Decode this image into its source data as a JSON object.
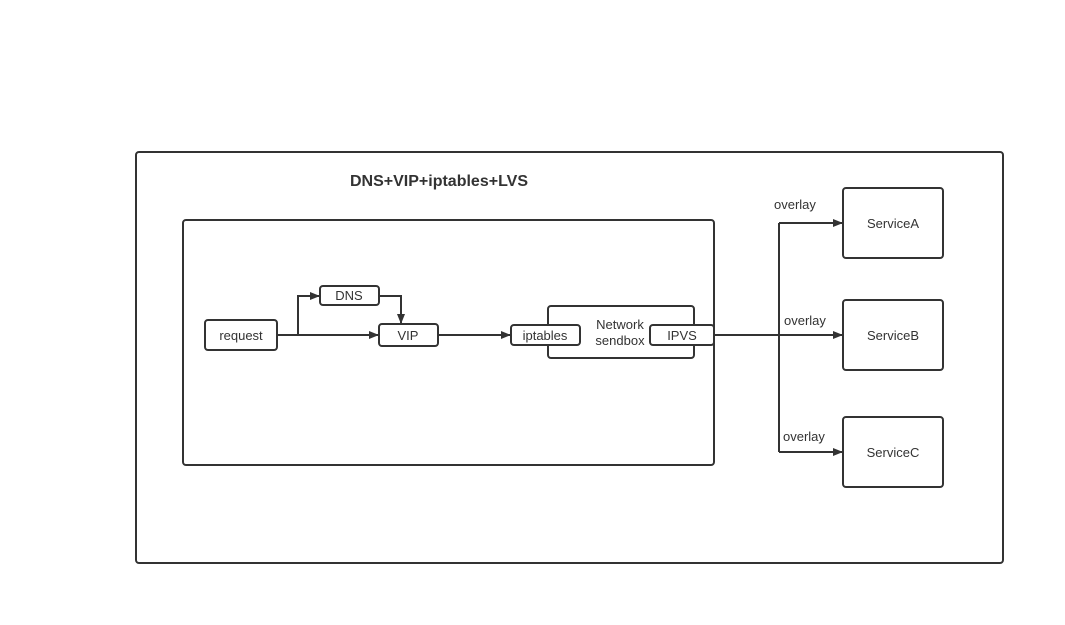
{
  "diagram": {
    "title": "DNS+VIP+iptables+LVS",
    "nodes": {
      "request": "request",
      "dns": "DNS",
      "vip": "VIP",
      "iptables": "iptables",
      "network_sandbox_line1": "Network",
      "network_sandbox_line2": "sendbox",
      "ipvs": "IPVS",
      "service_a": "ServiceA",
      "service_b": "ServiceB",
      "service_c": "ServiceC"
    },
    "edge_labels": [
      "overlay",
      "overlay",
      "overlay"
    ]
  },
  "colors": {
    "stroke": "#333333",
    "background": "#ffffff",
    "text": "#333333"
  }
}
